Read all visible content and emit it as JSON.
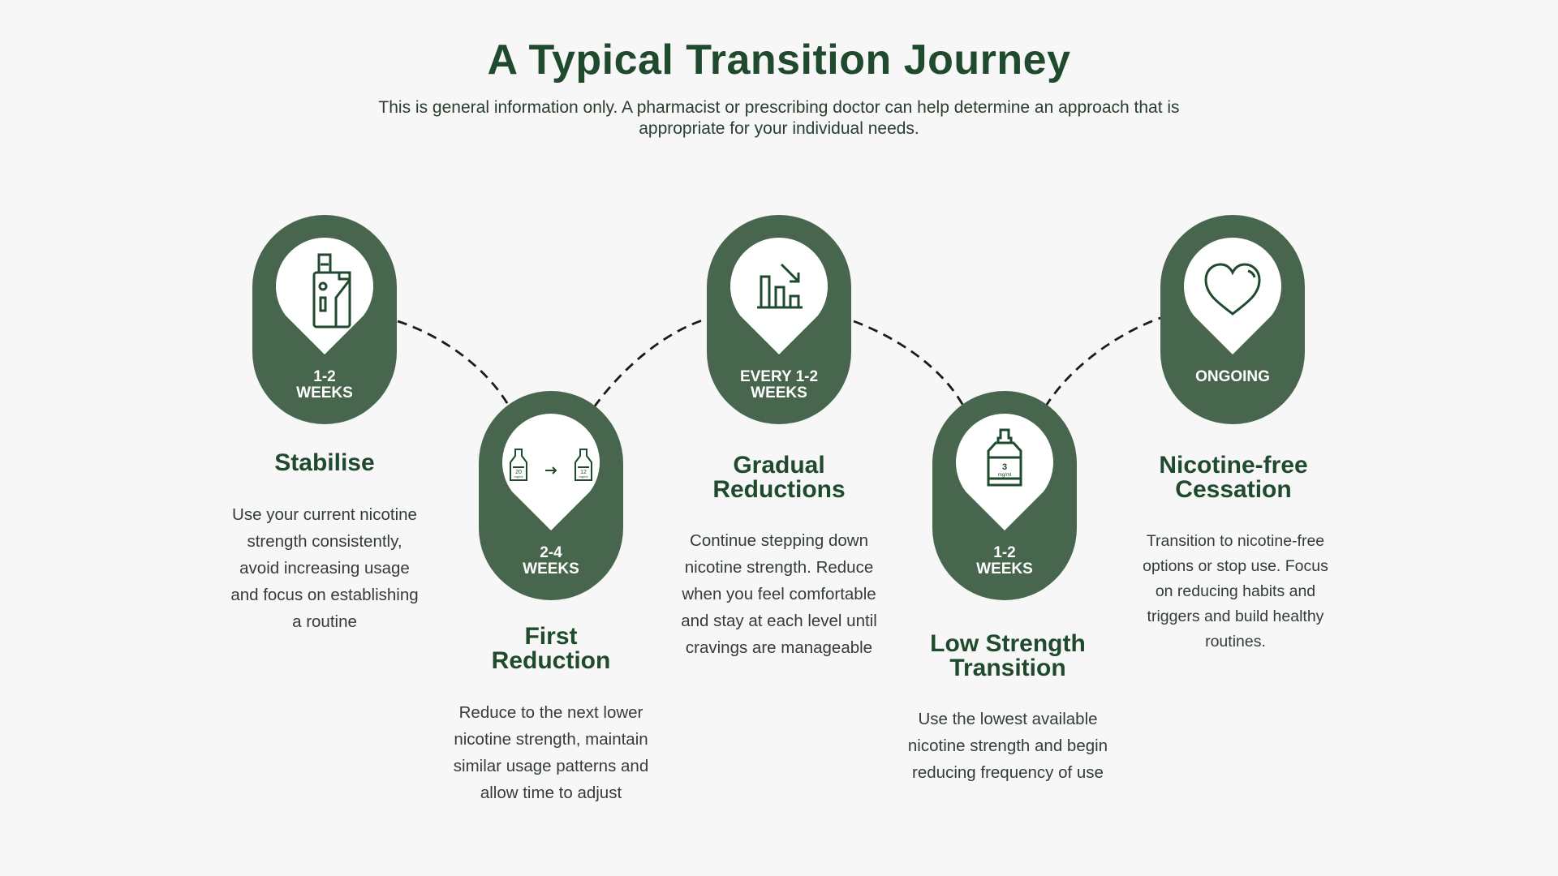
{
  "title": "A Typical Transition Journey",
  "subtitle": "This is general information only. A pharmacist or prescribing doctor can help determine an approach that is appropriate for your individual needs.",
  "colors": {
    "pill": "#47664d",
    "heading": "#1f4a2e",
    "background": "#f7f7f7"
  },
  "steps": [
    {
      "icon": "vape-device-icon",
      "duration_line1": "1-2",
      "duration_line2": "WEEKS",
      "title_line1": "Stabilise",
      "title_line2": "",
      "description": "Use your current nicotine strength consistently, avoid increasing usage and focus on establishing a routine"
    },
    {
      "icon": "bottle-strength-change-icon",
      "icon_from": "20",
      "icon_to": "12",
      "icon_unit": "mg/ml",
      "duration_line1": "2-4",
      "duration_line2": "WEEKS",
      "title_line1": "First",
      "title_line2": "Reduction",
      "description": "Reduce to the next lower nicotine strength, maintain similar usage patterns and allow time to adjust"
    },
    {
      "icon": "decreasing-bar-chart-icon",
      "duration_line1": "EVERY 1-2",
      "duration_line2": "WEEKS",
      "title_line1": "Gradual",
      "title_line2": "Reductions",
      "description": "Continue stepping down nicotine strength. Reduce when you feel comfortable and stay at each level until cravings are manageable"
    },
    {
      "icon": "low-strength-bottle-icon",
      "icon_value": "3",
      "icon_unit": "mg/ml",
      "duration_line1": "1-2",
      "duration_line2": "WEEKS",
      "title_line1": "Low Strength",
      "title_line2": "Transition",
      "description": "Use the lowest available nicotine strength and begin reducing frequency of use"
    },
    {
      "icon": "heart-icon",
      "duration_line1": "ONGOING",
      "duration_line2": "",
      "title_line1": "Nicotine-free",
      "title_line2": "Cessation",
      "description": "Transition to nicotine-free options or stop use. Focus on reducing habits and triggers and build healthy routines."
    }
  ]
}
